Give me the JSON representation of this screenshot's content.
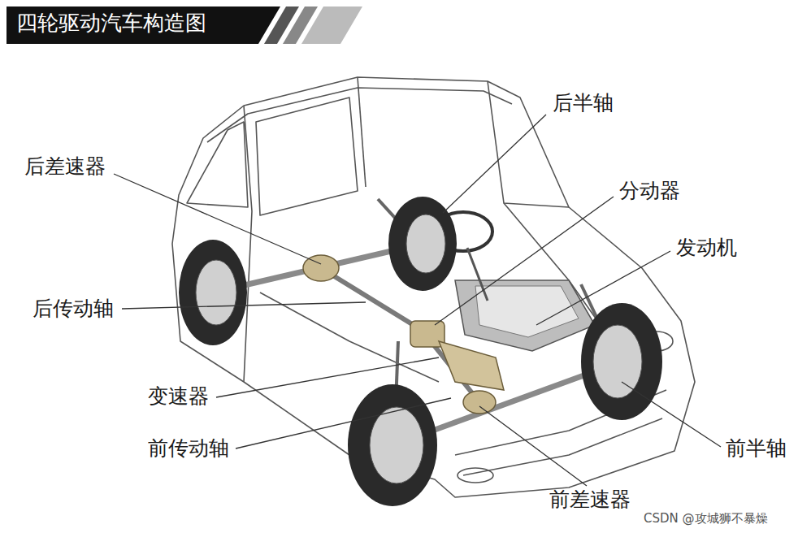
{
  "diagram": {
    "title": "四轮驱动汽车构造图",
    "labels": [
      "后半轴",
      "后差速器",
      "分动器",
      "发动机",
      "后传动轴",
      "变速器",
      "前传动轴",
      "前半轴",
      "前差速器",
      "CSDN @攻城狮不暴燥"
    ]
  }
}
